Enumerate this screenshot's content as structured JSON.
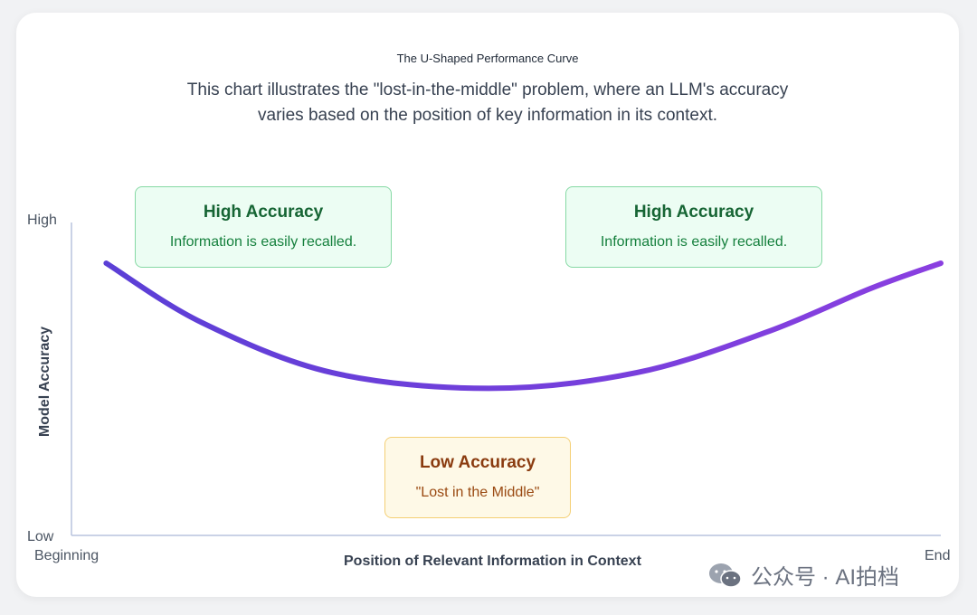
{
  "chart_data": {
    "type": "line",
    "title": "The U-Shaped Performance Curve",
    "subtitle": "This chart illustrates the \"lost-in-the-middle\" problem, where an LLM's accuracy varies based on the position of key information in its context.",
    "xlabel": "Position of Relevant Information in Context",
    "ylabel": "Model Accuracy",
    "x_tick_labels": [
      "Beginning",
      "End"
    ],
    "y_tick_labels": [
      "High",
      "Low"
    ],
    "xlim": [
      0,
      1
    ],
    "ylim": [
      0,
      1
    ],
    "grid": false,
    "series": [
      {
        "x": [
          0.04,
          0.15,
          0.3,
          0.48,
          0.65,
          0.8,
          0.92,
          1.0
        ],
        "y": [
          0.87,
          0.68,
          0.52,
          0.47,
          0.52,
          0.65,
          0.79,
          0.87
        ]
      }
    ],
    "annotations": [
      {
        "position": "top-left",
        "title": "High Accuracy",
        "text": "Information is easily recalled."
      },
      {
        "position": "top-right",
        "title": "High Accuracy",
        "text": "Information is easily recalled."
      },
      {
        "position": "bottom-center",
        "title": "Low Accuracy",
        "text": "\"Lost in the Middle\""
      }
    ],
    "colors": {
      "curve_start": "#5b3fd6",
      "curve_end": "#8a3fe0",
      "axis": "#b8c4dd"
    }
  },
  "watermark": {
    "text": "公众号 · AI拍档",
    "icon": "wechat-icon"
  }
}
